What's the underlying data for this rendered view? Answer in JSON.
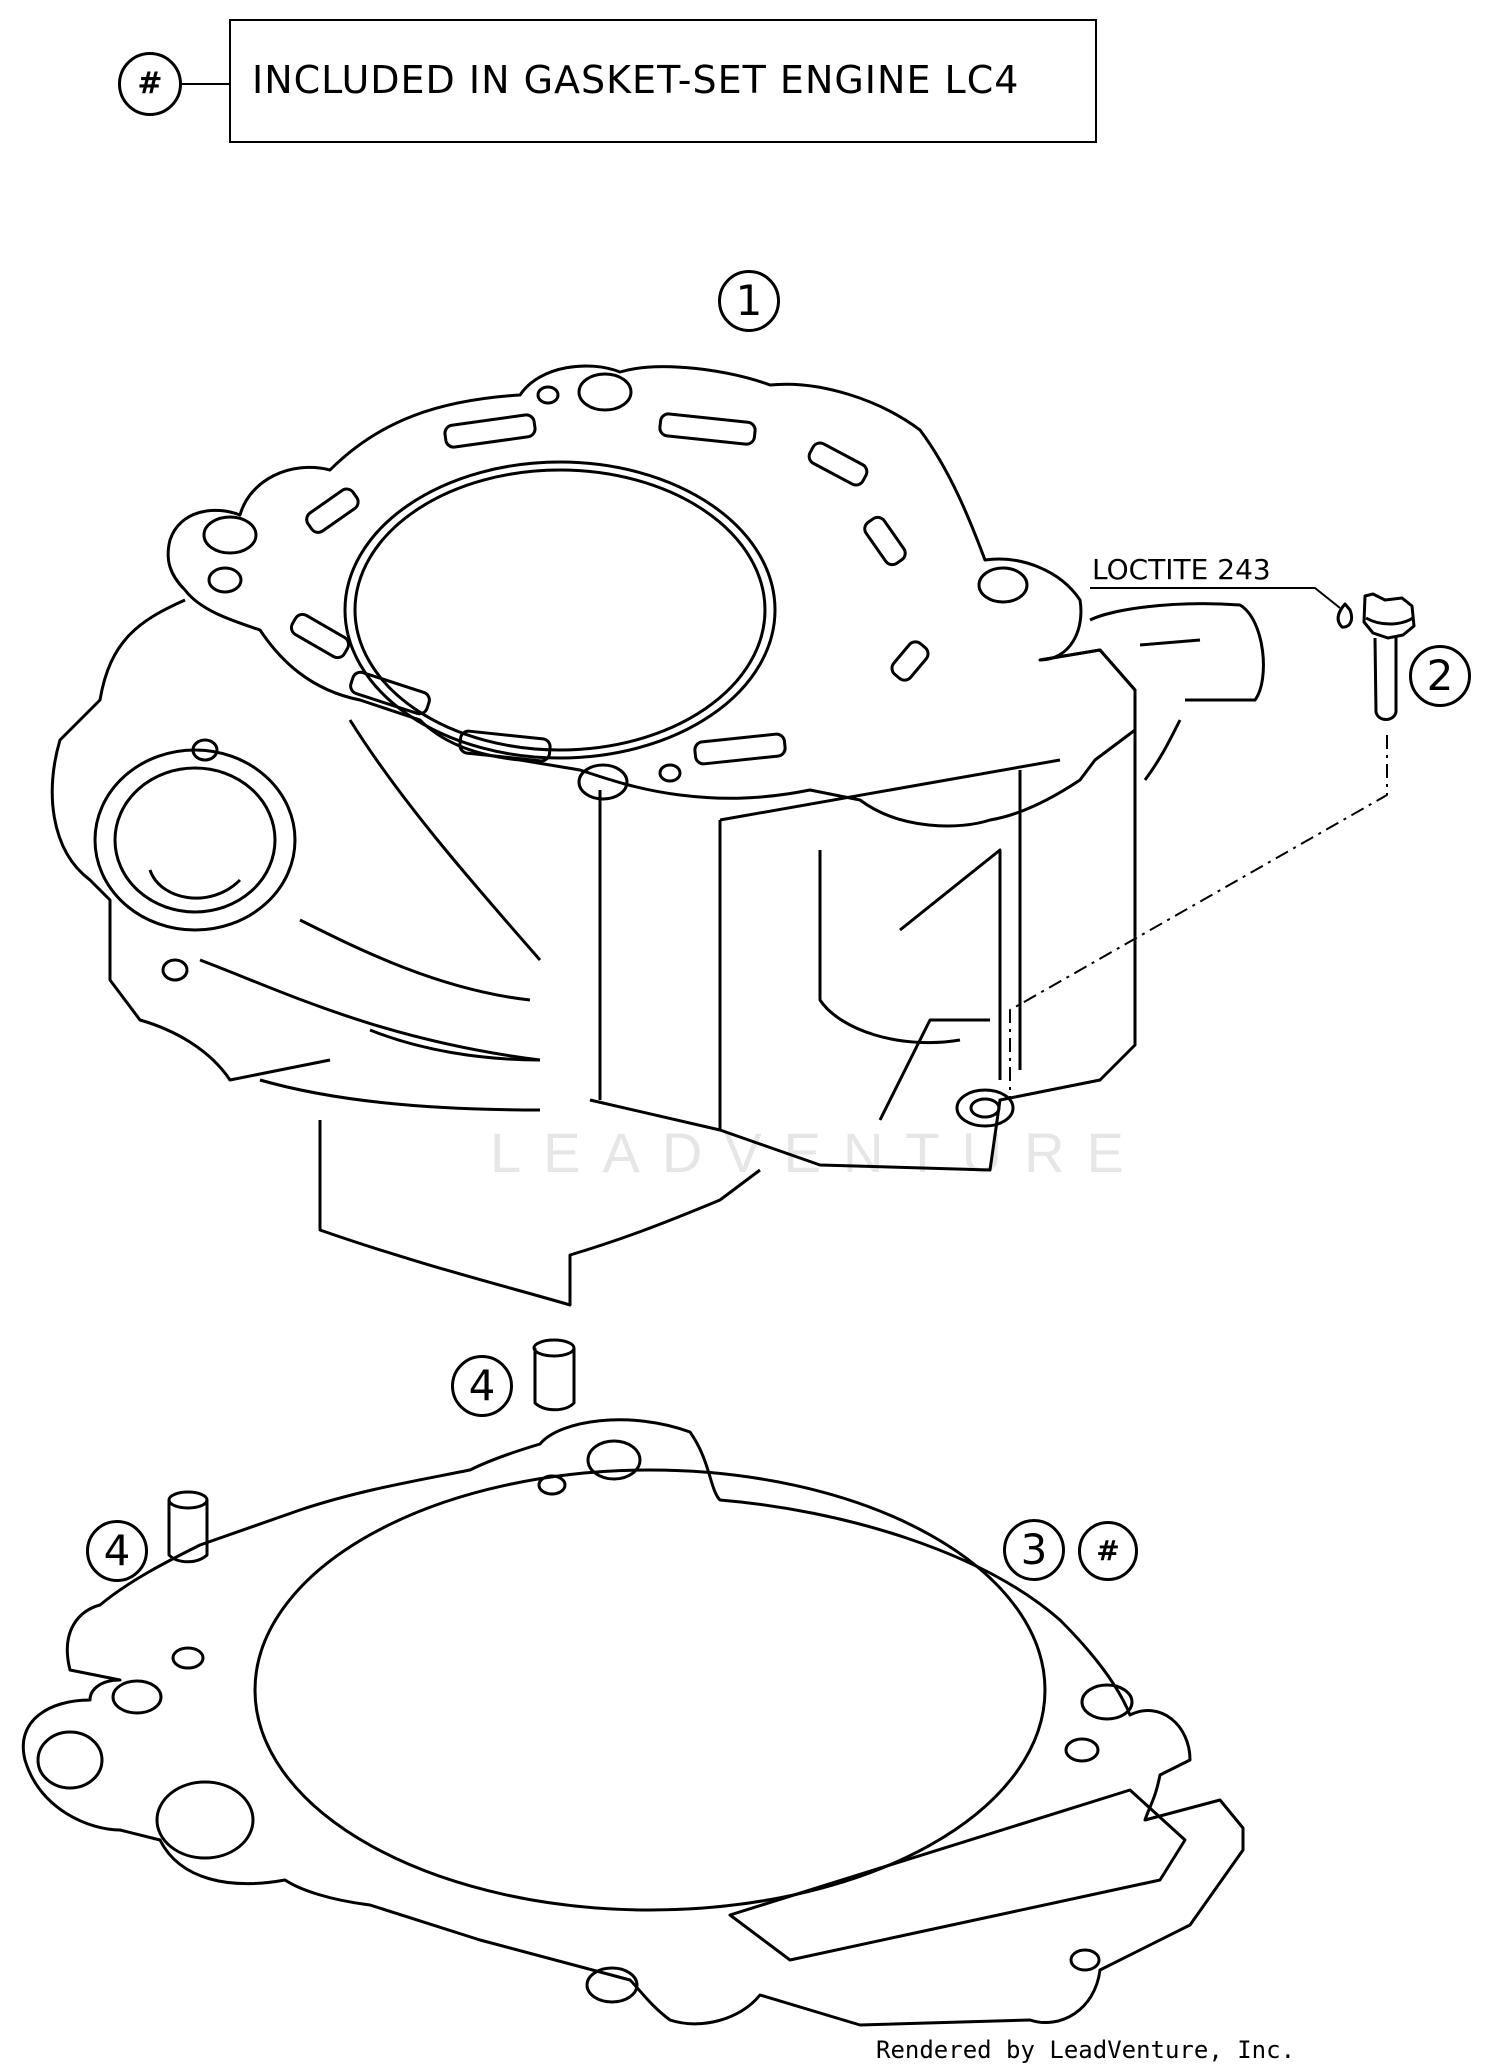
{
  "legend": {
    "symbol": "#",
    "text": "INCLUDED IN GASKET-SET ENGINE LC4"
  },
  "callouts": {
    "cylinder": "1",
    "screw": "2",
    "gasket": "3",
    "gasket_set_mark": "#",
    "dowel_upper": "4",
    "dowel_lower": "4"
  },
  "annotation": {
    "loctite": "LOCTITE 243"
  },
  "watermark": "LEADVENTURE",
  "footer": "Rendered by LeadVenture, Inc.",
  "parts": [
    {
      "ref": "1",
      "icon": "cylinder-icon"
    },
    {
      "ref": "2",
      "icon": "screw-icon"
    },
    {
      "ref": "3",
      "icon": "gasket-icon"
    },
    {
      "ref": "4",
      "icon": "dowel-pin-icon"
    }
  ]
}
